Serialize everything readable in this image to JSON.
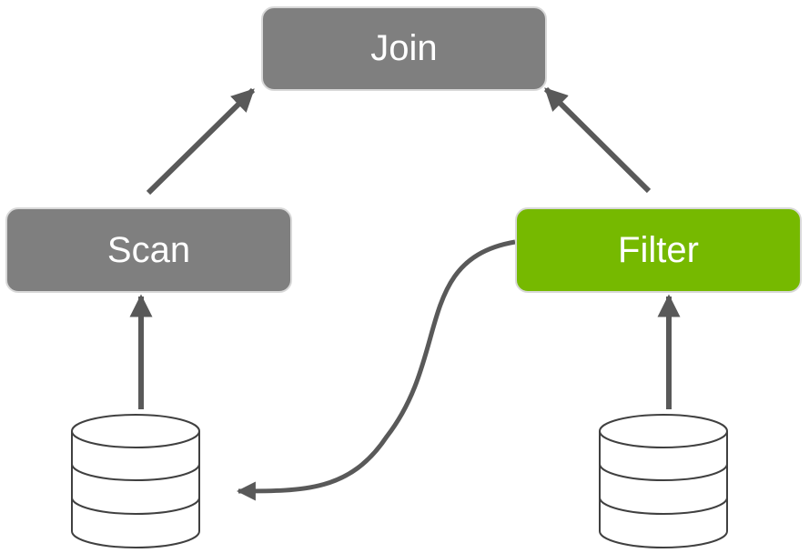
{
  "nodes": {
    "join": {
      "label": "Join",
      "color": "#7f7f7f"
    },
    "scan": {
      "label": "Scan",
      "color": "#7f7f7f"
    },
    "filter": {
      "label": "Filter",
      "color": "#76b900"
    }
  },
  "colors": {
    "arrow": "#595959",
    "outline": "#d8d8d8",
    "database_stroke": "#404040"
  },
  "icons": [
    "database-icon",
    "database-icon"
  ]
}
